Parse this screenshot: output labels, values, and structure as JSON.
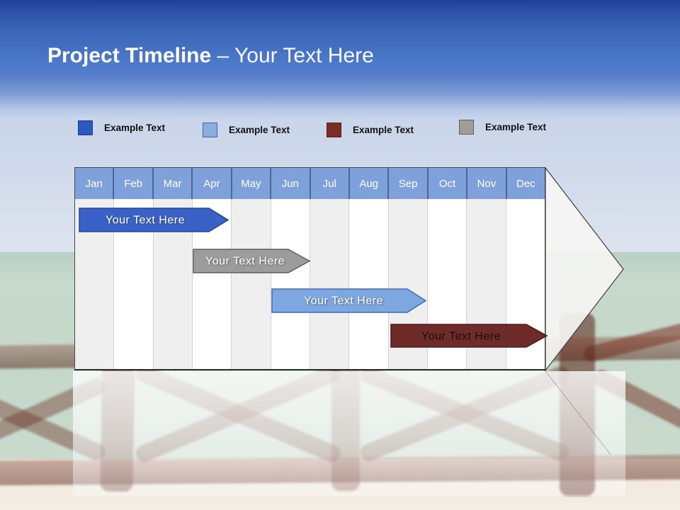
{
  "title": {
    "bold": "Project Timeline",
    "rest": "– Your Text Here"
  },
  "legend": {
    "items": [
      {
        "label": "Example Text",
        "color": "#2c59be",
        "border": "#1e3c85"
      },
      {
        "label": "Example Text",
        "color": "#8cade2",
        "border": "#44659e"
      },
      {
        "label": "Example Text",
        "color": "#7c2d2a",
        "border": "#53201e"
      },
      {
        "label": "Example Text",
        "color": "#9e9d97",
        "border": "#5f5f5b"
      }
    ]
  },
  "timeline": {
    "months": [
      "Jan",
      "Feb",
      "Mar",
      "Apr",
      "May",
      "Jun",
      "Jul",
      "Aug",
      "Sep",
      "Oct",
      "Nov",
      "Dec"
    ],
    "header_fill": "#7fa1db",
    "arrowhead_fill": "rgba(245,245,243,0.92)",
    "bars": [
      {
        "label": "Your  Text Here",
        "fill": "#3a62c6",
        "stroke": "#26449a",
        "text_color": "#ffffff",
        "start": "Jan",
        "end": "Apr"
      },
      {
        "label": "Your  Text Here",
        "fill": "#9c9c9c",
        "stroke": "#5f5f5f",
        "text_color": "#ffffff",
        "start": "Apr",
        "end": "Jun"
      },
      {
        "label": "Your  Text Here",
        "fill": "#7ea6df",
        "stroke": "#426db4",
        "text_color": "#ffffff",
        "start": "Jun",
        "end": "Sep"
      },
      {
        "label": "Your  Text Here",
        "fill": "#6f2b28",
        "stroke": "#4a1b19",
        "text_color": "#141010",
        "start": "Sep",
        "end": "Dec"
      }
    ]
  }
}
